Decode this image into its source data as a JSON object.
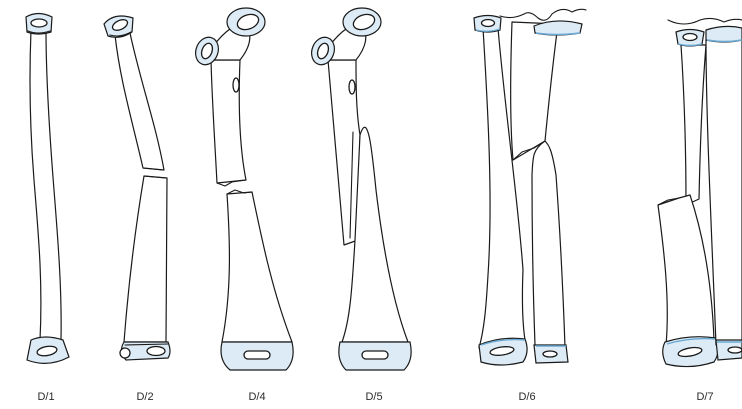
{
  "figure": {
    "panels": [
      {
        "label": "D/1"
      },
      {
        "label": "D/2"
      },
      {
        "label": "D/4"
      },
      {
        "label": "D/5"
      },
      {
        "label": "D/6"
      },
      {
        "label": "D/7"
      }
    ],
    "colors": {
      "outline": "#1a1a1a",
      "growth_plate_fill": "#dcebf5",
      "growth_plate_line": "#6aa9d4",
      "background": "#ffffff"
    }
  }
}
